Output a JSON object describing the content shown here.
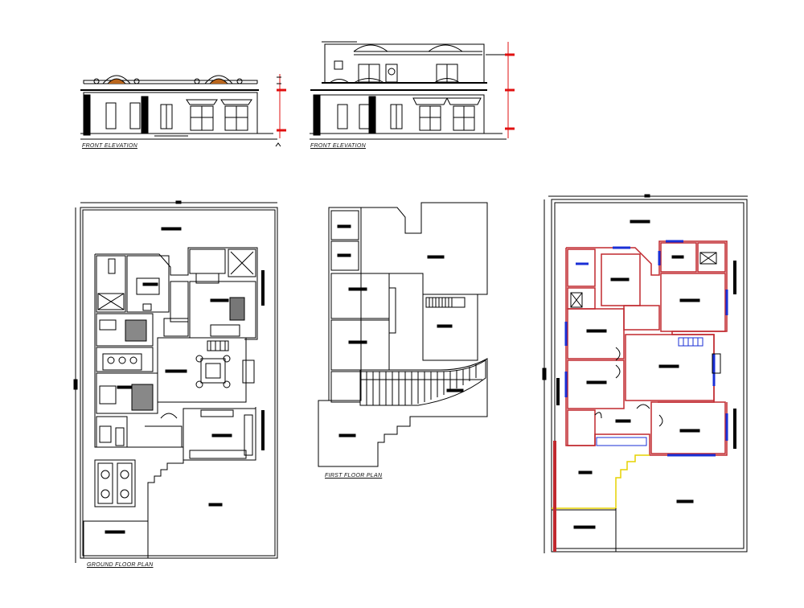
{
  "labels": {
    "front_elevation_1": "FRONT ELEVATION",
    "front_elevation_2": "FRONT ELEVATION",
    "first_floor_plan": "FIRST FLOOR PLAN",
    "ground_floor_plan": "GROUND FLOOR PLAN"
  },
  "colors": {
    "line": "#000000",
    "wall_red": "#c0282e",
    "window_blue": "#1a2fd6",
    "boundary_yellow": "#e6d200",
    "dim_red": "#e01010",
    "brick": "#b8651c"
  }
}
